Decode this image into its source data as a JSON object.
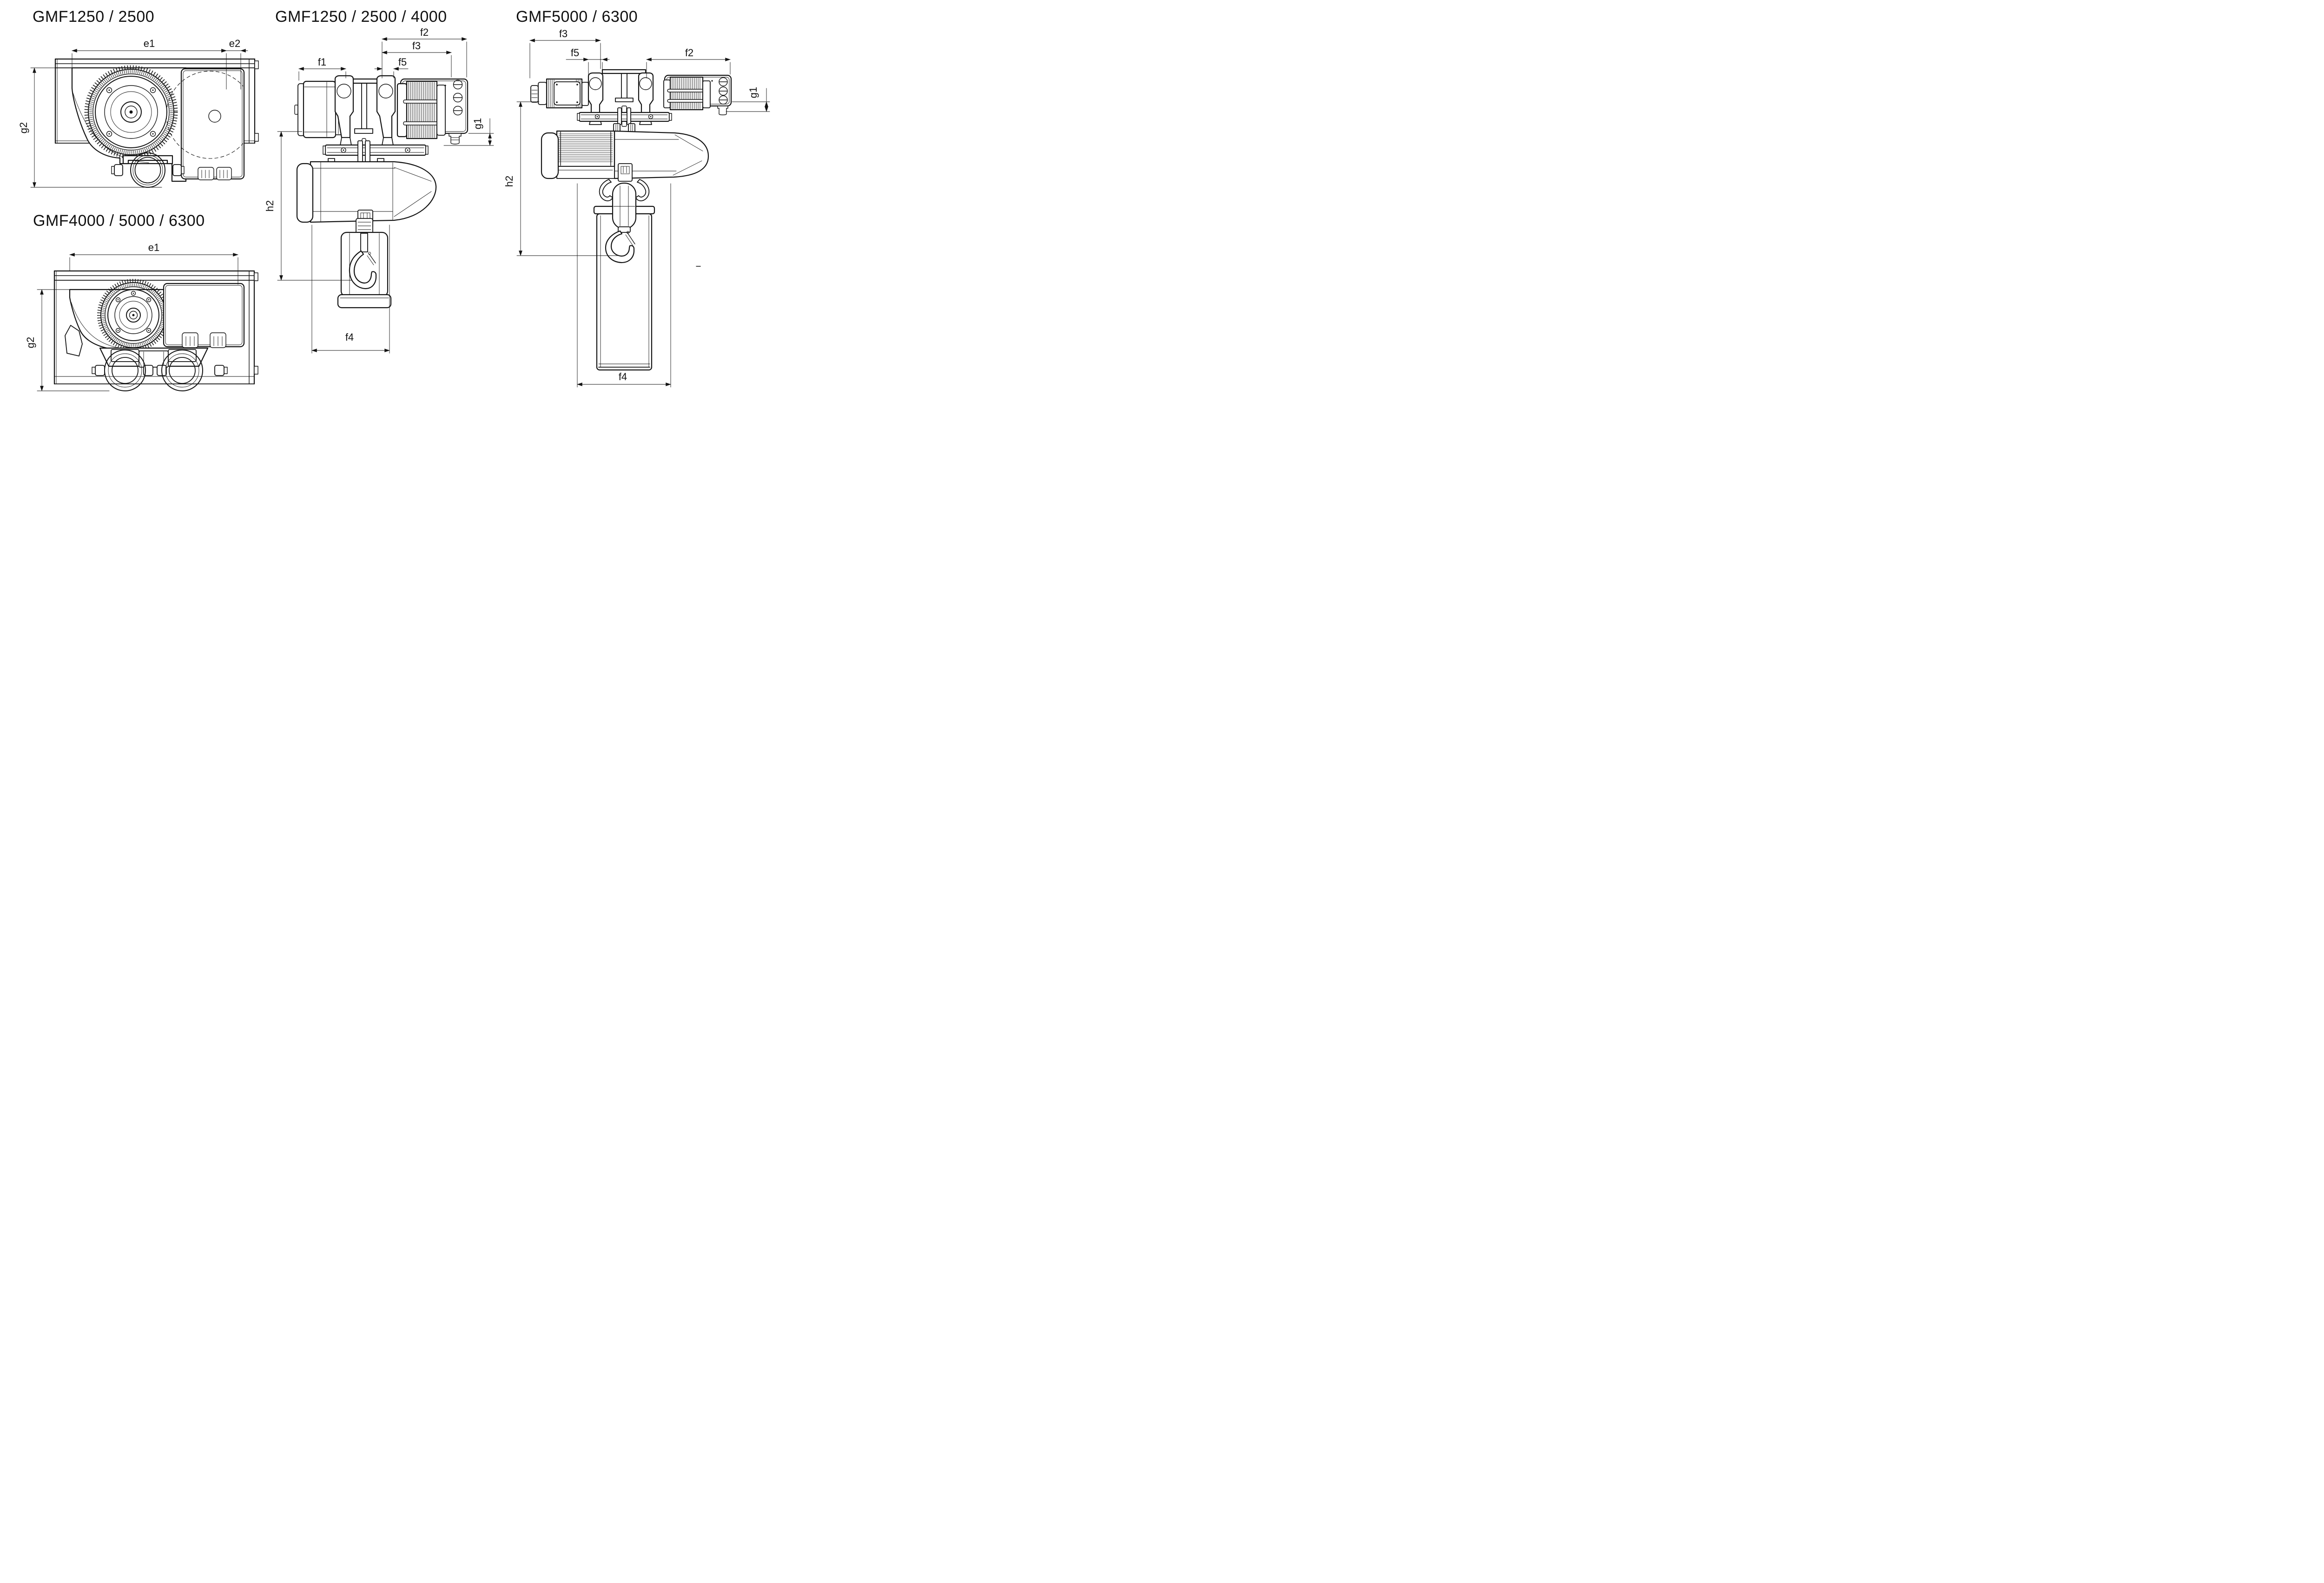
{
  "page": {
    "background": "#ffffff",
    "line_color": "#141414",
    "drawing_kind": "chain hoist dimension drawing, four orthographic views"
  },
  "views": [
    {
      "id": "top-left-side-view",
      "title": "GMF1250 / 2500",
      "dims": {
        "e1": "e1",
        "e2": "e2",
        "g2": "g2"
      }
    },
    {
      "id": "middle-front-view",
      "title": "GMF1250 / 2500 / 4000",
      "dims": {
        "f1": "f1",
        "f2": "f2",
        "f3": "f3",
        "f5": "f5",
        "g1": "g1",
        "h2": "h2",
        "f4": "f4"
      }
    },
    {
      "id": "right-front-view",
      "title": "GMF5000 / 6300",
      "dims": {
        "f3": "f3",
        "f5": "f5",
        "f2": "f2",
        "g1": "g1",
        "h2": "h2",
        "f4": "f4"
      }
    },
    {
      "id": "bottom-left-side-view",
      "title": "GMF4000 / 5000 / 6300",
      "dims": {
        "e1": "e1",
        "g2": "g2"
      }
    }
  ]
}
